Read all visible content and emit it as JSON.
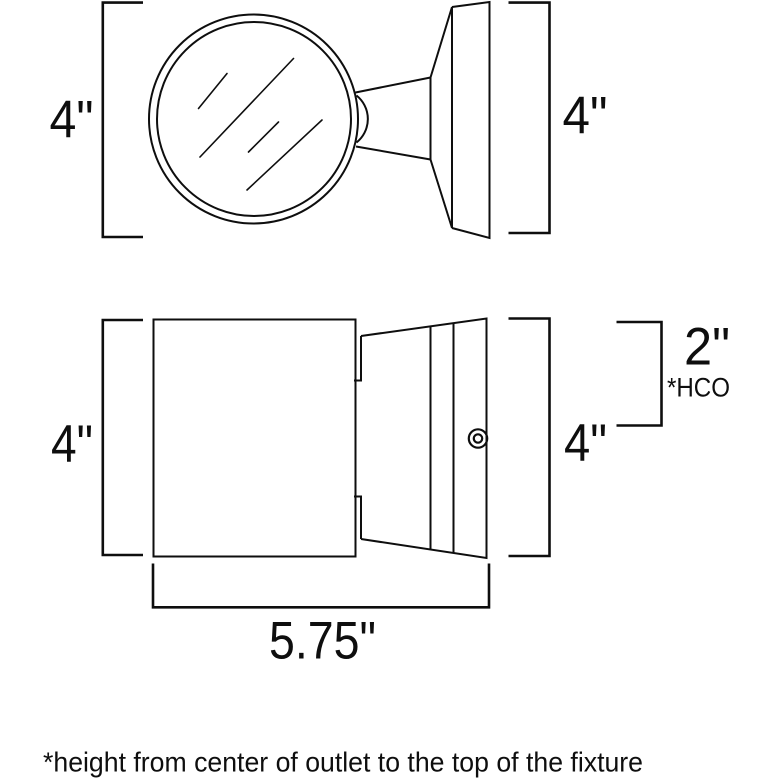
{
  "colors": {
    "background": "#ffffff",
    "ink": "#0e0e0e"
  },
  "labels": {
    "front_view": {
      "height_left": "4\"",
      "height_right": "4\""
    },
    "side_view": {
      "height_left": "4\"",
      "height_right": "4\"",
      "hco_height": "2\"",
      "hco_abbr": "*HCO",
      "overall_width": "5.75\""
    },
    "footnote": "*height from center of outlet to the top of the fixture"
  }
}
